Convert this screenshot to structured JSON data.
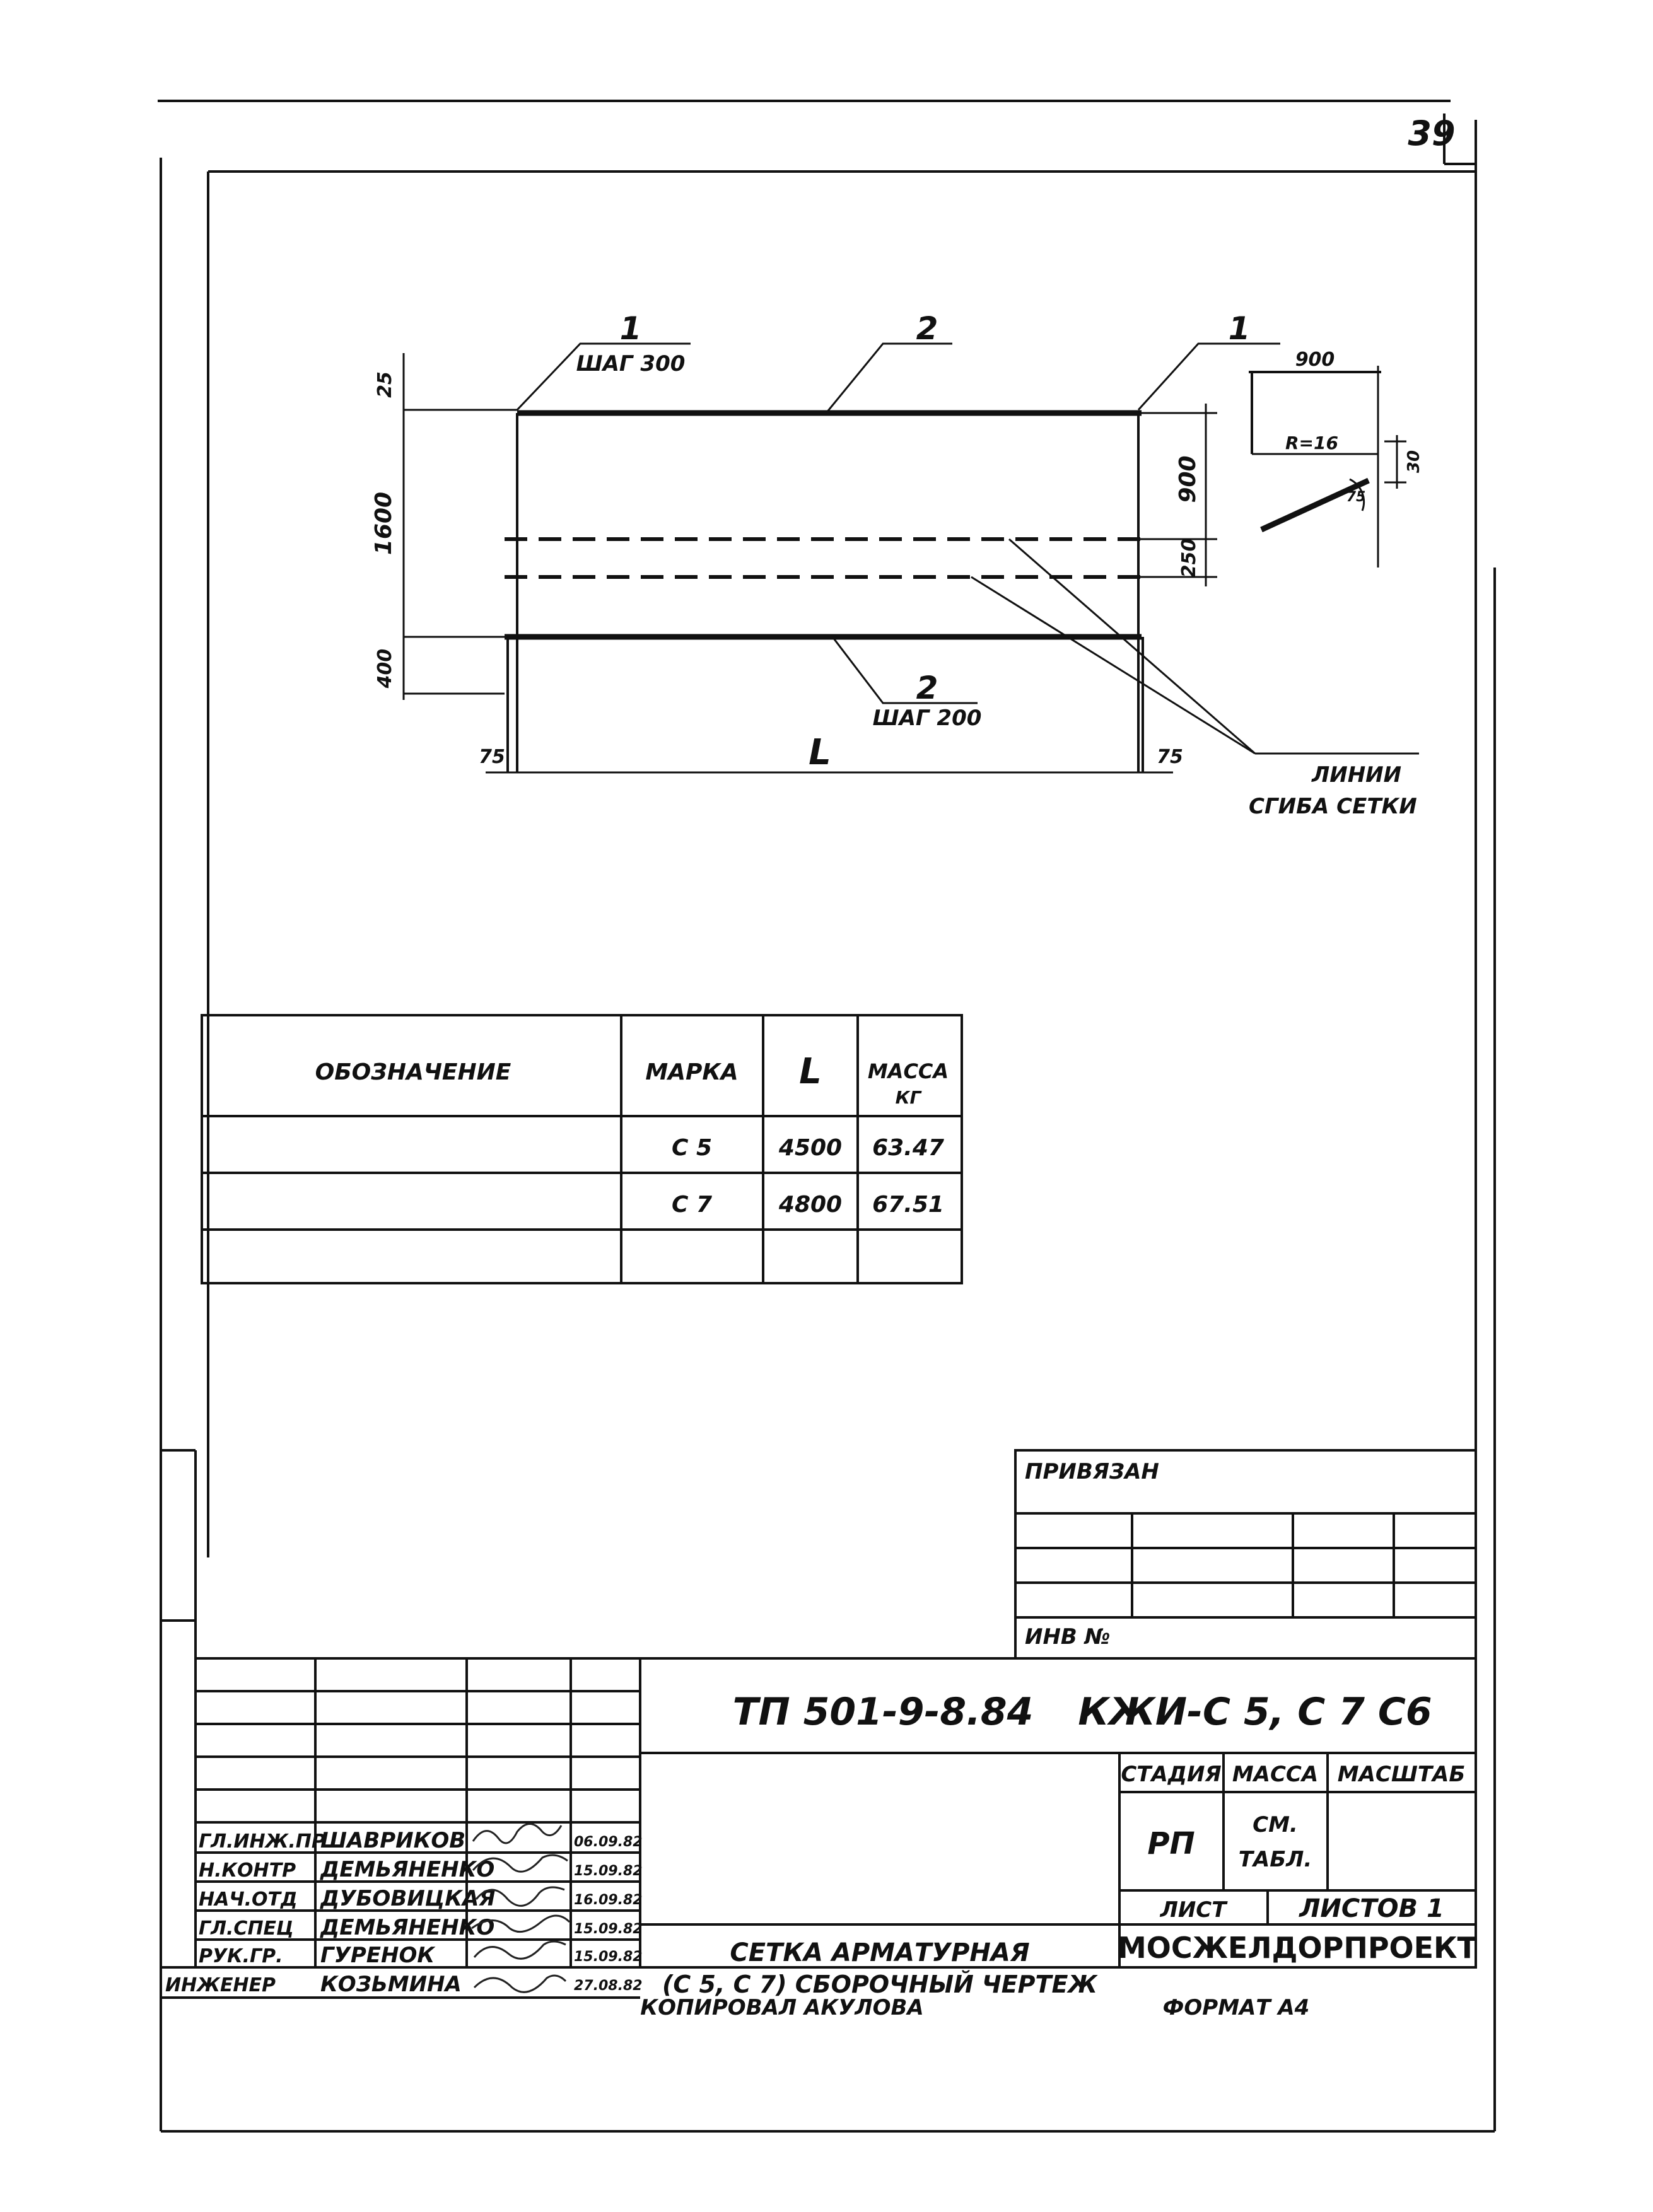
{
  "page_number": "39",
  "drawing": {
    "pos_1_left": "1",
    "pos_1_right": "1",
    "pos_2_top": "2",
    "pos_2_bottom": "2",
    "step_300": "ШАГ 300",
    "step_200": "ШАГ 200",
    "dim_25": "25",
    "dim_1600": "1600",
    "dim_400": "400",
    "dim_75_left": "75",
    "dim_75_right": "75",
    "dim_L": "L",
    "dim_900_right": "900",
    "dim_250": "250",
    "bend_lines_1": "ЛИНИИ",
    "bend_lines_2": "СГИБА СЕТКИ",
    "detail_900": "900",
    "detail_R": "R=16",
    "detail_30": "30",
    "detail_75": "75"
  },
  "spec_table": {
    "headers": [
      "ОБОЗНАЧЕНИЕ",
      "МАРКА",
      "L",
      "МАССА",
      "КГ"
    ],
    "rows": [
      {
        "designation": "",
        "mark": "С 5",
        "L": "4500",
        "mass": "63.47"
      },
      {
        "designation": "",
        "mark": "С 7",
        "L": "4800",
        "mass": "67.51"
      },
      {
        "designation": "",
        "mark": "",
        "L": "",
        "mass": ""
      }
    ]
  },
  "privyazan": {
    "title": "ПРИВЯЗАН",
    "inv_label": "ИНВ №"
  },
  "title_block": {
    "doc_code": "ТП 501-9-8.84",
    "sheet_code": "КЖИ-С 5, С 7 С6",
    "stage_label": "СТАДИЯ",
    "mass_label": "МАССА",
    "scale_label": "МАСШТАБ",
    "stage_value": "РП",
    "mass_value_1": "СМ.",
    "mass_value_2": "ТАБЛ.",
    "sheet_label": "ЛИСТ",
    "sheets_label": "ЛИСТОВ 1",
    "title_line1": "СЕТКА АРМАТУРНАЯ",
    "title_line2": "(С 5, С 7) СБОРОЧНЫЙ ЧЕРТЕЖ",
    "org": "МОСЖЕЛДОРПРОЕКТ",
    "copied_by": "КОПИРОВАЛ АКУЛОВА",
    "format": "ФОРМАТ А4",
    "staff": [
      {
        "role": "ГЛ.ИНЖ.ПР",
        "name": "ШАВРИКОВ",
        "date": "06.09.82"
      },
      {
        "role": "Н.КОНТР",
        "name": "ДЕМЬЯНЕНКО",
        "date": "15.09.82"
      },
      {
        "role": "НАЧ.ОТД",
        "name": "ДУБОВИЦКАЯ",
        "date": "16.09.82"
      },
      {
        "role": "ГЛ.СПЕЦ",
        "name": "ДЕМЬЯНЕНКО",
        "date": "15.09.82"
      },
      {
        "role": "РУК.ГР.",
        "name": "ГУРЕНОК",
        "date": "15.09.82"
      },
      {
        "role": "ИНЖЕНЕР",
        "name": "КОЗЬМИНА",
        "date": "27.08.82"
      }
    ]
  }
}
